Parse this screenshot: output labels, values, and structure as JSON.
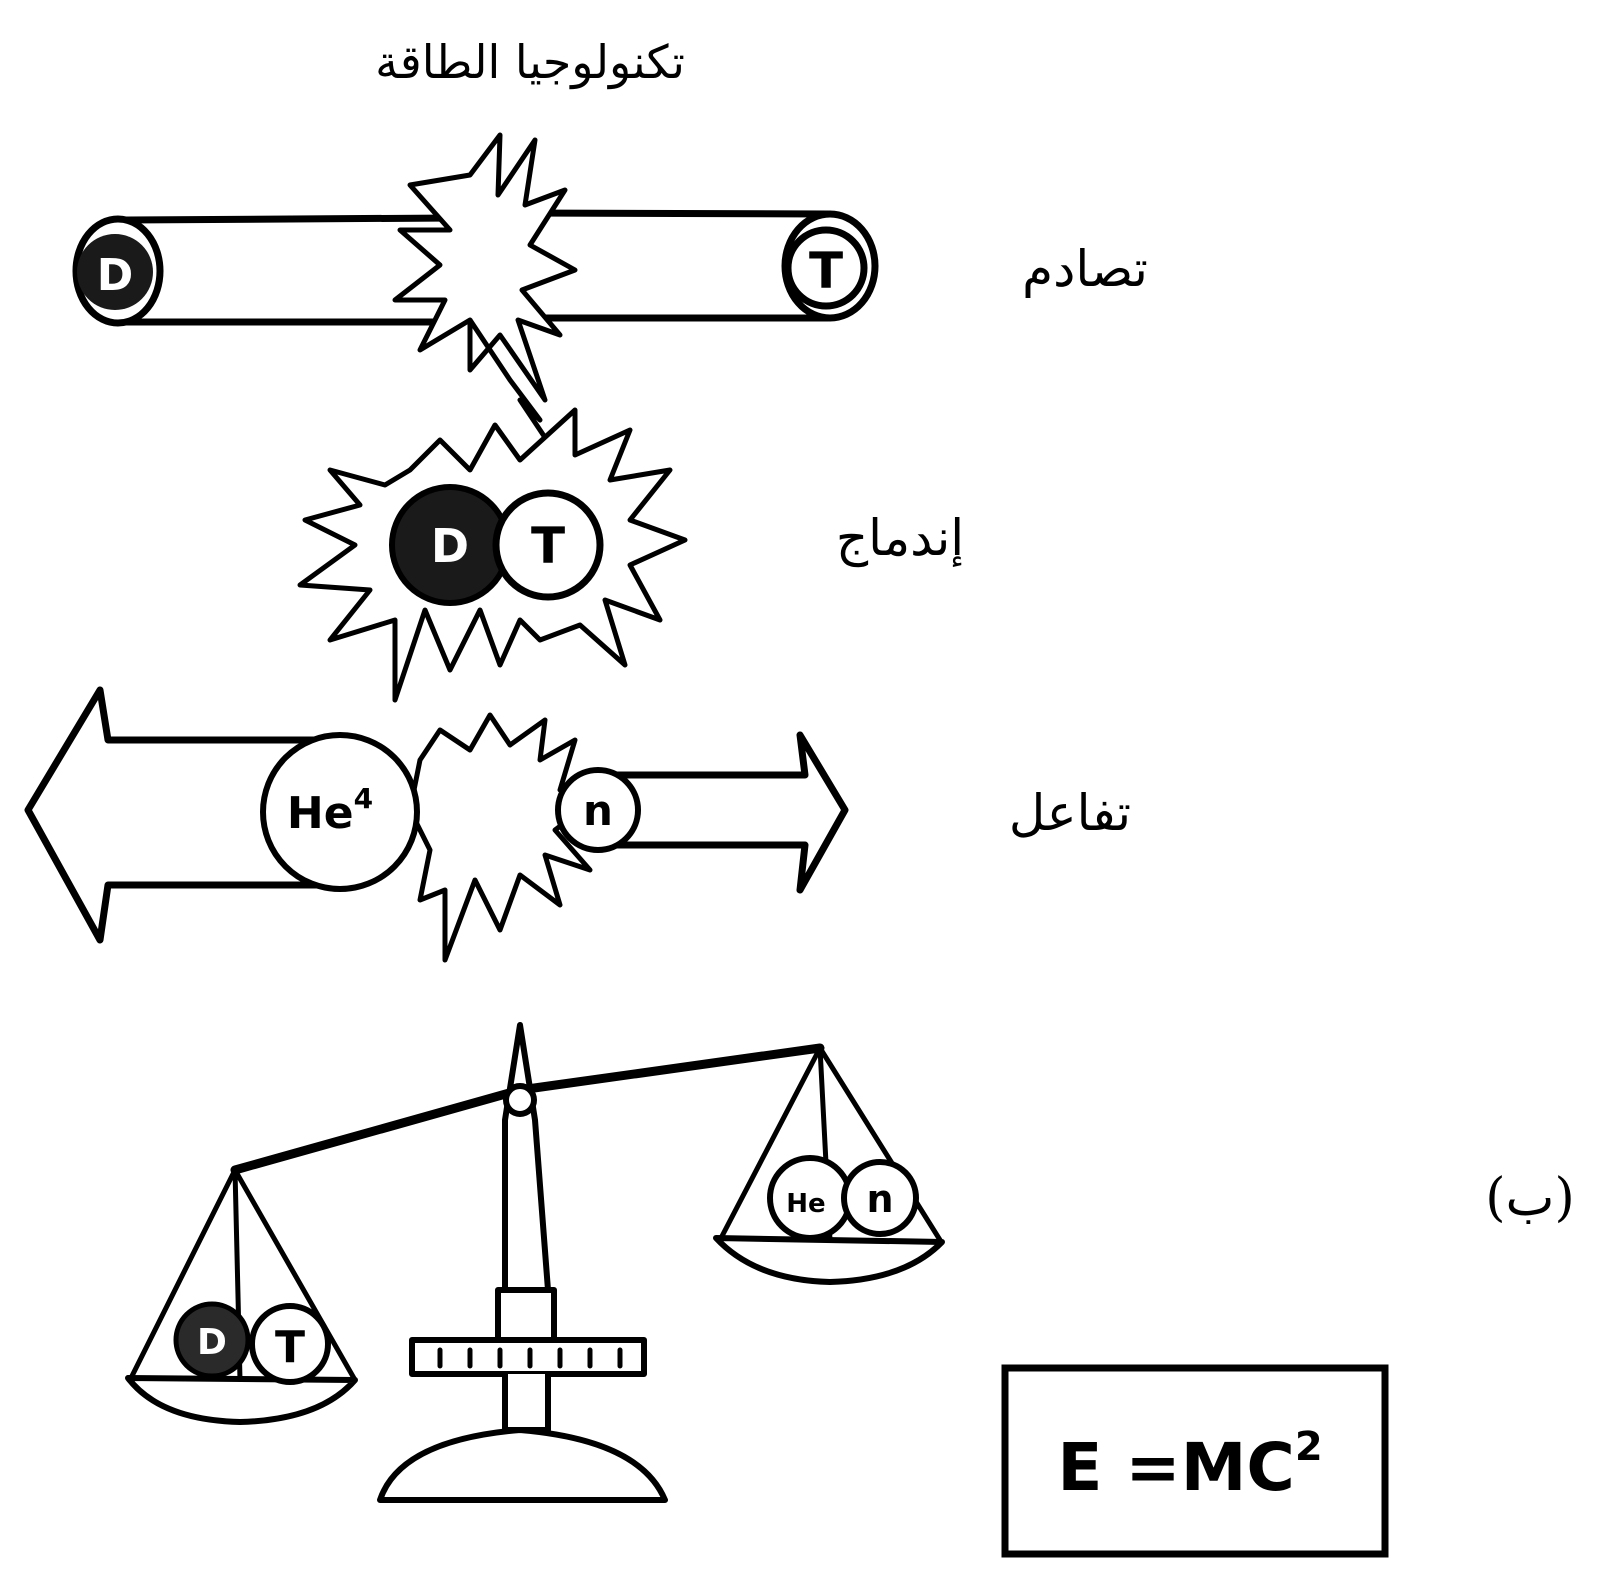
{
  "title": "تكنولوجيا الطاقة",
  "stages": {
    "collision": "تصادم",
    "fusion": "إندماج",
    "reaction": "تفاعل"
  },
  "particles": {
    "deuteron": "D",
    "triton": "T",
    "helium": "He",
    "helium_superscript": "4",
    "neutron": "n"
  },
  "figure_label": "(ب)",
  "equation": {
    "text": "E =MC",
    "exponent": "2"
  }
}
